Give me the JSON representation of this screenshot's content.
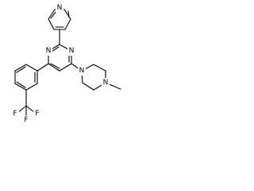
{
  "molecule": {
    "atoms": [
      {
        "id": "n-pyridine",
        "symbol": "N",
        "label": "N"
      },
      {
        "id": "n-pym-left",
        "symbol": "N",
        "label": "N"
      },
      {
        "id": "n-pym-right",
        "symbol": "N",
        "label": "N"
      },
      {
        "id": "n-pip-top",
        "symbol": "N",
        "label": "N"
      },
      {
        "id": "n-pip-bottom",
        "symbol": "N",
        "label": "N"
      },
      {
        "id": "f-1",
        "symbol": "F",
        "label": "F"
      },
      {
        "id": "f-2",
        "symbol": "F",
        "label": "F"
      },
      {
        "id": "f-3",
        "symbol": "F",
        "label": "F"
      }
    ]
  }
}
